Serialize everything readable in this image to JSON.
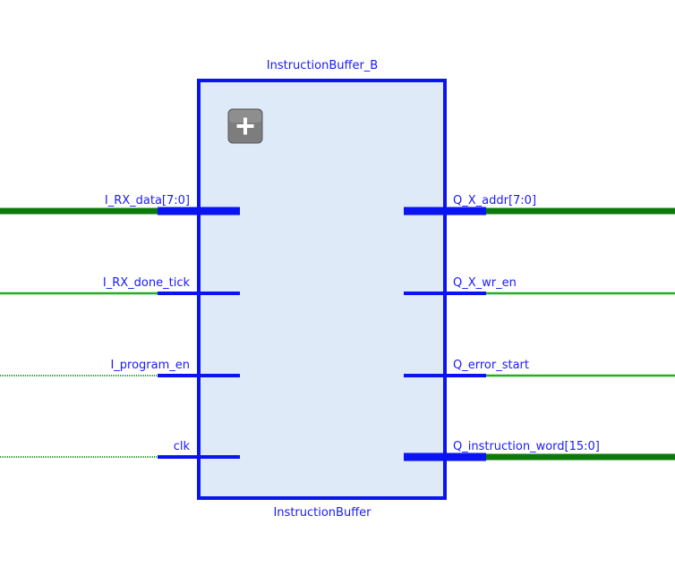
{
  "block": {
    "instance_name": "InstructionBuffer_B",
    "module_name": "InstructionBuffer",
    "expand_icon": "plus-icon"
  },
  "inputs": [
    {
      "label": "I_RX_data[7:0]",
      "bus": true,
      "net_style": "bus"
    },
    {
      "label": "I_RX_done_tick",
      "bus": false,
      "net_style": "solid"
    },
    {
      "label": "I_program_en",
      "bus": false,
      "net_style": "dotted"
    },
    {
      "label": "clk",
      "bus": false,
      "net_style": "dotted"
    }
  ],
  "outputs": [
    {
      "label": "Q_X_addr[7:0]",
      "bus": true,
      "net_style": "bus"
    },
    {
      "label": "Q_X_wr_en",
      "bus": false,
      "net_style": "solid"
    },
    {
      "label": "Q_error_start",
      "bus": false,
      "net_style": "solid"
    },
    {
      "label": "Q_instruction_word[15:0]",
      "bus": true,
      "net_style": "bus"
    }
  ],
  "colors": {
    "block_fill": "#deeaf8",
    "block_border": "#0a14f0",
    "pin": "#0a14f0",
    "net_bus": "#0b7a0b",
    "net_wire": "#22b022",
    "net_dotted": "#2f9a2f",
    "text": "#1a1aff",
    "expand_button": "#808080"
  }
}
